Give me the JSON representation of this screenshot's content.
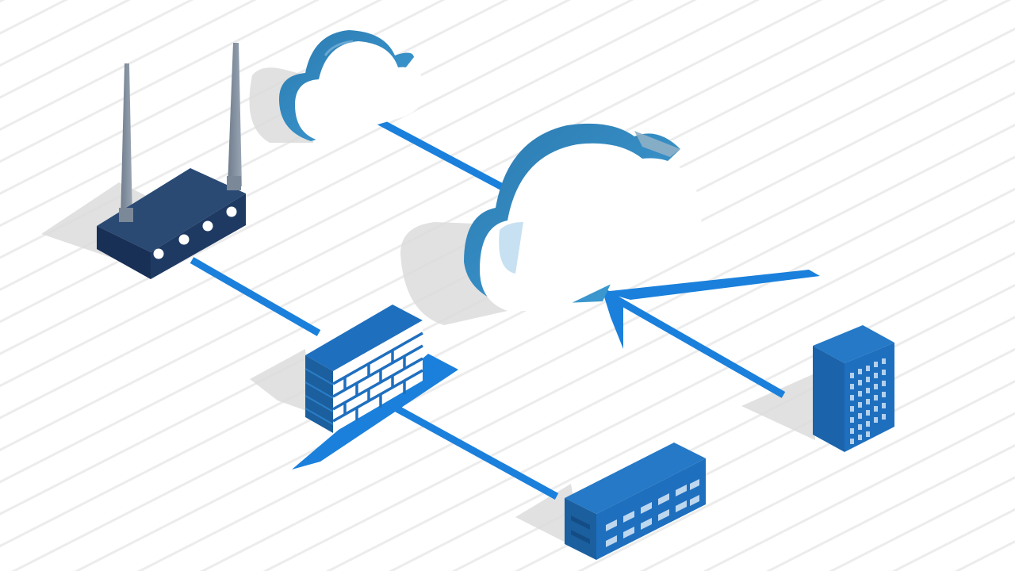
{
  "diagram": {
    "title": "",
    "labels": []
  },
  "nodes": [
    {
      "id": "router",
      "icon": "router-icon"
    },
    {
      "id": "cloud-small",
      "icon": "cloud-icon"
    },
    {
      "id": "cloud-main",
      "icon": "cloud-icon"
    },
    {
      "id": "firewall",
      "icon": "firewall-icon"
    },
    {
      "id": "office-building",
      "icon": "office-building-icon"
    },
    {
      "id": "tower-building",
      "icon": "tower-building-icon"
    }
  ],
  "connections": [
    {
      "from": "cloud-small",
      "to": "cloud-main"
    },
    {
      "from": "router",
      "to": "firewall"
    },
    {
      "from": "firewall",
      "to": "office-building"
    },
    {
      "from": "tower-building",
      "to": "cloud-main"
    }
  ],
  "colors": {
    "background": "#ffffff",
    "stripe": "#ececec",
    "link_blue": "#1a80dc",
    "device_navy": "#223f68",
    "device_blue": "#1f6fbf",
    "cloud_blue": "#2e7fb8",
    "shadow": "#dedede"
  }
}
